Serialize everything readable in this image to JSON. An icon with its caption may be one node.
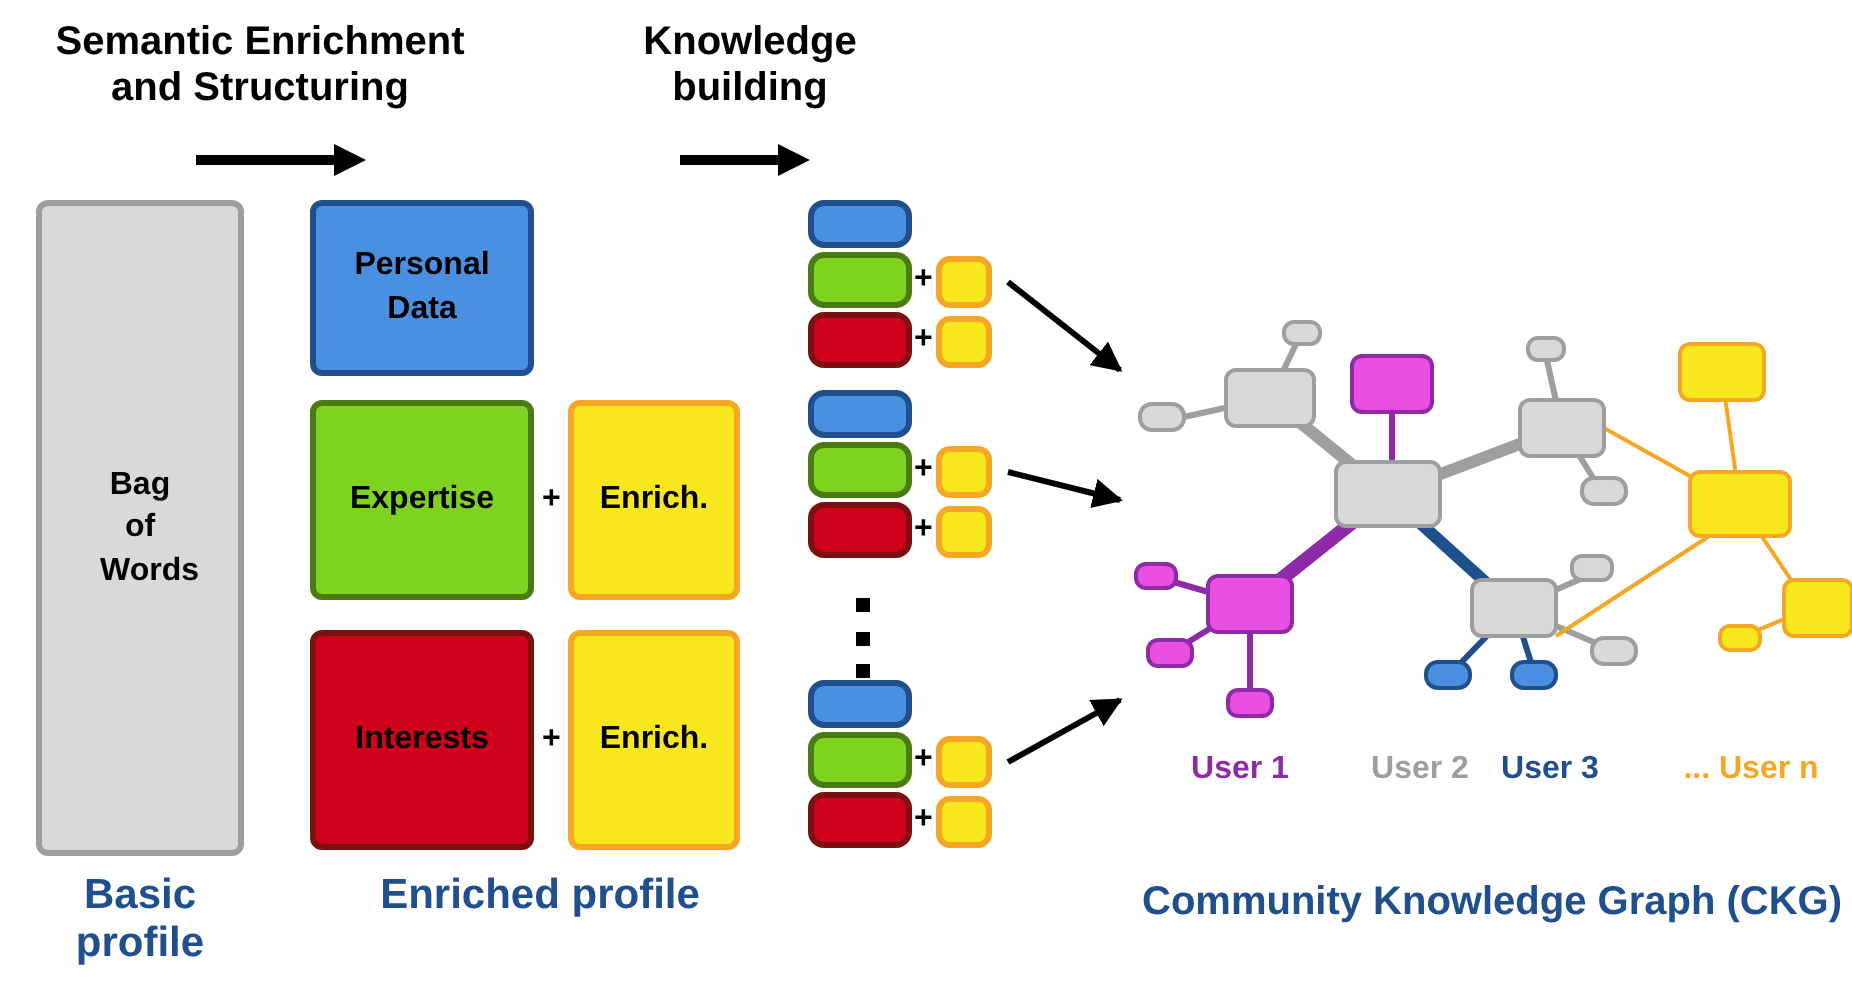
{
  "diagram": {
    "nodes": [
      {
        "text": [
          "Bag of Words"
        ]
      },
      {
        "text": [
          "Personal Data"
        ]
      },
      {
        "text": [
          "Expertise"
        ]
      },
      {
        "text": [
          "Enrich."
        ]
      },
      {
        "text": [
          "Interests"
        ]
      },
      {
        "text": [
          "Enrich."
        ]
      },
      {
        "text": [],
        "shape": "box"
      },
      {
        "text": [],
        "shape": "box"
      },
      {
        "text": [],
        "shape": "box"
      },
      {
        "text": [],
        "shape": "box"
      },
      {
        "text": [],
        "shape": "box"
      },
      {
        "text": [],
        "shape": "box"
      },
      {
        "text": [],
        "shape": "box"
      },
      {
        "text": [],
        "shape": "box"
      },
      {
        "text": [],
        "shape": "box"
      },
      {
        "text": [],
        "shape": "box"
      },
      {
        "text": [],
        "shape": "box"
      },
      {
        "text": [],
        "shape": "box"
      },
      {
        "text": [],
        "shape": "box"
      },
      {
        "text": [],
        "shape": "box"
      },
      {
        "text": [],
        "shape": "box"
      },
      {
        "text": [],
        "shape": "picture"
      }
    ],
    "edges": [
      {
        "from": 8,
        "to": 21,
        "arrow": "to"
      },
      {
        "from": 13,
        "to": 21,
        "arrow": "to"
      },
      {
        "from": 18,
        "to": 21,
        "arrow": "to"
      }
    ],
    "labels": [
      "Semantic Enrichment and Structuring",
      "Knowledge building",
      "+",
      "+",
      "+",
      "+",
      "+",
      "+",
      "+",
      "+",
      "Basic profile",
      "Enriched profile",
      "User 1",
      "User 2",
      "User 3",
      "... User n",
      "Community Knowledge Graph (CKG)"
    ]
  }
}
